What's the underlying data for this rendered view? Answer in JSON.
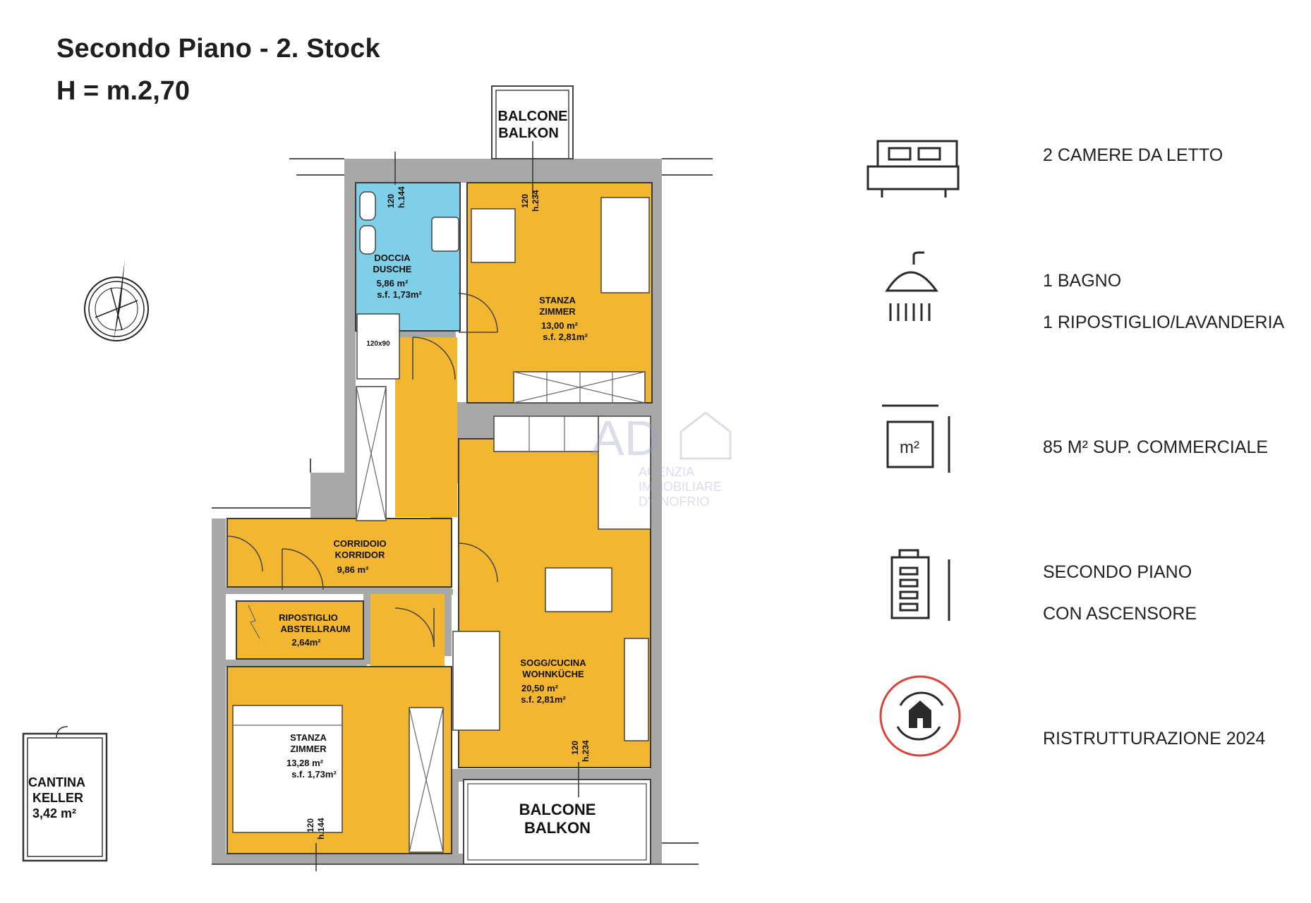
{
  "header": {
    "title": "Secondo Piano - 2. Stock",
    "height_label": "H = m.2,70"
  },
  "rooms": {
    "balcone_top": [
      "BALCONE",
      "BALKON"
    ],
    "bagno": [
      "DOCCIA",
      "DUSCHE",
      "5,86 m²",
      "s.f. 1,73m²"
    ],
    "shower_tray": "120x90",
    "stanza1": [
      "STANZA",
      "ZIMMER",
      "13,00 m²",
      "s.f. 2,81m²"
    ],
    "corridoio": [
      "CORRIDOIO",
      "KORRIDOR",
      "9,86 m²"
    ],
    "ripostiglio": [
      "RIPOSTIGLIO",
      "ABSTELLRAUM",
      "2,64m²"
    ],
    "soggiorno": [
      "SOGG/CUCINA",
      "WOHNKÜCHE",
      "20,50 m²",
      "s.f. 2,81m²"
    ],
    "stanza2": [
      "STANZA",
      "ZIMMER",
      "13,28 m²",
      "s.f. 1,73m²"
    ],
    "balcone_bottom": [
      "BALCONE",
      "BALKON"
    ],
    "cantina": [
      "CANTINA",
      "KELLER",
      "3,42 m²"
    ]
  },
  "windows": {
    "bath_w": "120",
    "bath_h": "h.144",
    "room1_w": "120",
    "room1_h": "h.234",
    "living_w": "120",
    "living_h": "h.234",
    "room2_w": "120",
    "room2_h": "h.144"
  },
  "watermark": {
    "logo": "AD",
    "line1": "AGENZIA",
    "line2": "IMMOBILIARE",
    "line3": "D'ONOFRIO"
  },
  "features": {
    "bedrooms": "2    CAMERE DA LETTO",
    "bath": "1 BAGNO",
    "storage": "1 RIPOSTIGLIO/LAVANDERIA",
    "area": "85 M² SUP. COMMERCIALE",
    "area_icon_label": "m²",
    "floor": "SECONDO PIANO",
    "lift": "CON ASCENSORE",
    "renovation": "RISTRUTTURAZIONE 2024"
  },
  "icons": {
    "bed": "bed-icon",
    "shower": "shower-icon",
    "area": "area-icon",
    "elevator": "elevator-icon",
    "renovation": "renovation-icon",
    "compass": "compass-icon"
  },
  "colors": {
    "room_fill": "#f2b630",
    "bath_fill": "#7fcfe8",
    "wall": "#a8a8a8",
    "renovation_ring": "#d9443a"
  }
}
